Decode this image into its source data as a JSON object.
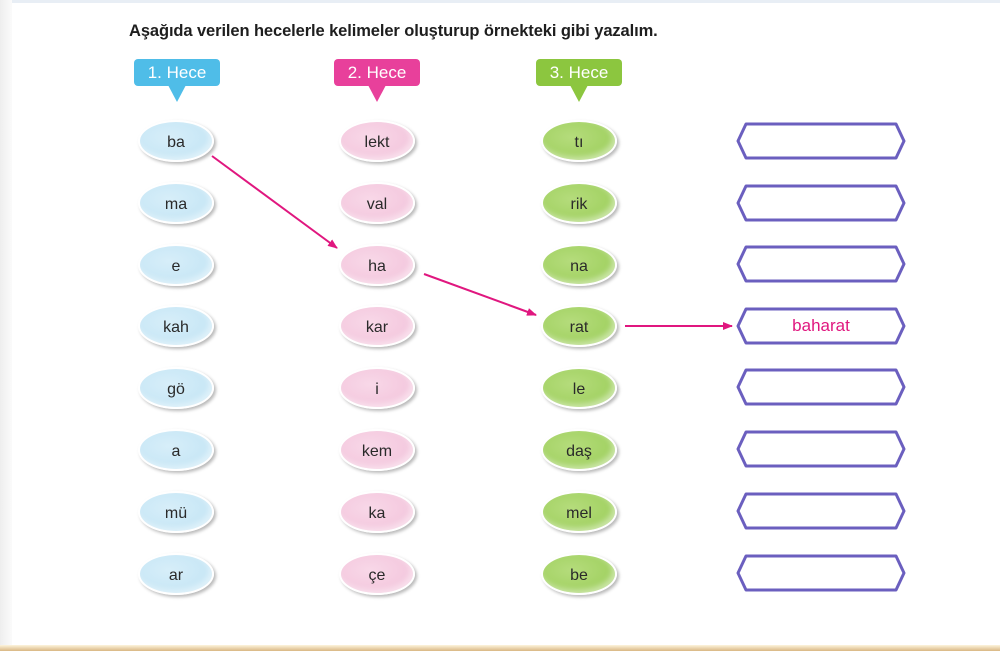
{
  "instruction": "Aşağıda verilen hecelerle kelimeler oluşturup örnekteki gibi yazalım.",
  "columns": [
    {
      "label": "1. Hece",
      "color": "#4fbde8",
      "syllables": [
        "ba",
        "ma",
        "e",
        "kah",
        "gö",
        "a",
        "mü",
        "ar"
      ]
    },
    {
      "label": "2. Hece",
      "color": "#e8409b",
      "syllables": [
        "lekt",
        "val",
        "ha",
        "kar",
        "i",
        "kem",
        "ka",
        "çe"
      ]
    },
    {
      "label": "3. Hece",
      "color": "#8cc63f",
      "syllables": [
        "tı",
        "rik",
        "na",
        "rat",
        "le",
        "daş",
        "mel",
        "be"
      ]
    }
  ],
  "answers": [
    "",
    "",
    "",
    "baharat",
    "",
    "",
    "",
    ""
  ],
  "example": {
    "path": [
      "ba",
      "ha",
      "rat"
    ],
    "result": "baharat",
    "arrow_color": "#e0177f"
  },
  "colors": {
    "answer_border": "#6b5fbf",
    "answer_text": "#e0177f"
  }
}
